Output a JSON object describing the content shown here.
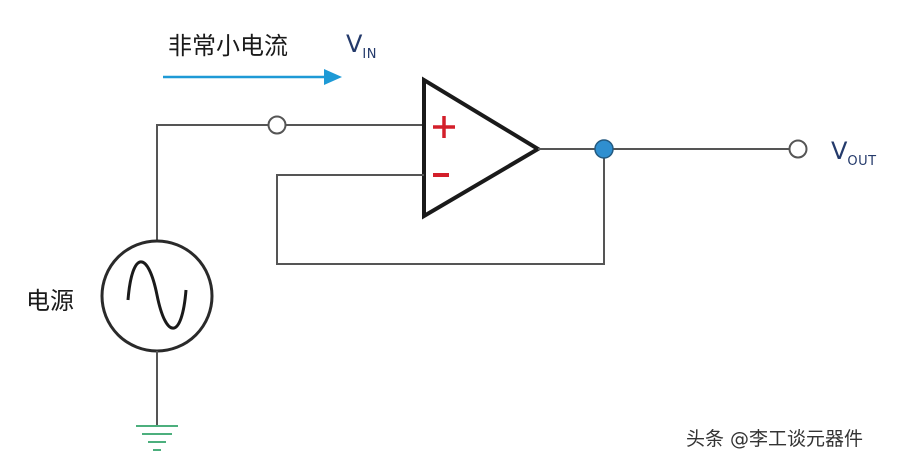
{
  "labels": {
    "current": "非常小电流",
    "source": "电源",
    "vin_main": "V",
    "vin_sub": "IN",
    "vout_main": "V",
    "vout_sub": "OUT",
    "plus": "+",
    "minus": "-",
    "watermark": "头条 @李工谈元器件"
  },
  "colors": {
    "wire": "#555555",
    "current_arrow": "#1e9ad6",
    "opamp_outline": "#1a1a1a",
    "sign": "#d31f2a",
    "junction": "#2f8fd0",
    "ground": "#4caf7d",
    "label_blue": "#243a6b"
  },
  "icons": [
    "ac-source-icon",
    "ground-icon",
    "op-amp-symbol",
    "current-arrow-icon"
  ]
}
